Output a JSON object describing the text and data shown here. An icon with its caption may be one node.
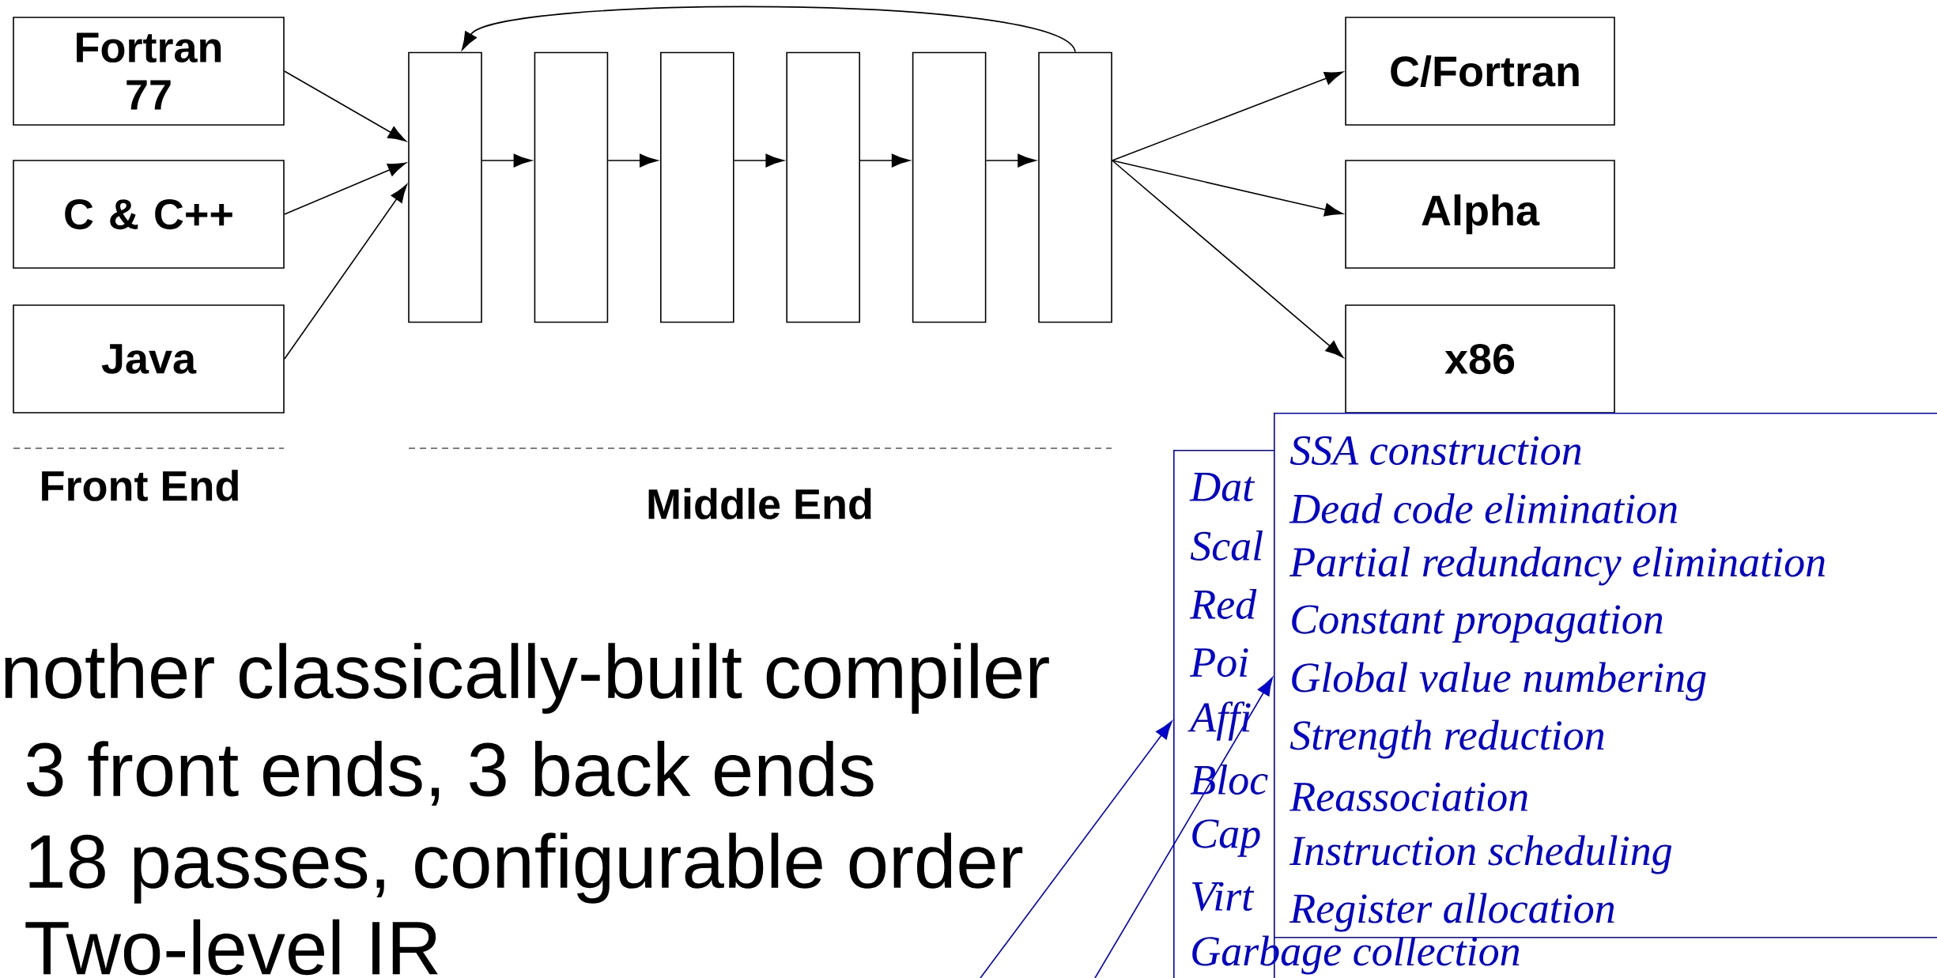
{
  "diagram": {
    "nodes": [
      {
        "text": [
          "Fortran 77"
        ]
      },
      {
        "text": [
          "C & C++"
        ]
      },
      {
        "text": [
          "Java"
        ]
      },
      {
        "text": [],
        "shape": "box"
      },
      {
        "text": [],
        "shape": "box"
      },
      {
        "text": [],
        "shape": "box"
      },
      {
        "text": [],
        "shape": "box"
      },
      {
        "text": [],
        "shape": "box"
      },
      {
        "text": [],
        "shape": "box"
      },
      {
        "text": [
          "C/Fortran"
        ]
      },
      {
        "text": [
          "Alpha"
        ]
      },
      {
        "text": [
          "x86"
        ]
      },
      {
        "text": [
          "Dat",
          "Scal",
          "Red",
          "Poi",
          "Affi",
          "Bloc",
          "Cap",
          "Virt",
          "Garbage collection"
        ]
      },
      {
        "text": [
          "SSA construction",
          "Dead code elimination",
          "Partial redundancy elimination",
          "Constant propagation",
          "Global value numbering",
          "Strength reduction",
          "Reassociation",
          "Instruction scheduling",
          "Register allocation"
        ]
      }
    ],
    "edges": [
      {
        "from": 0,
        "to": 3,
        "arrow": "to"
      },
      {
        "from": 1,
        "to": 3,
        "arrow": "to"
      },
      {
        "from": 2,
        "to": 3,
        "arrow": "to"
      },
      {
        "from": 3,
        "to": 4,
        "arrow": "to"
      },
      {
        "from": 4,
        "to": 5,
        "arrow": "to"
      },
      {
        "from": 5,
        "to": 6,
        "arrow": "to"
      },
      {
        "from": 6,
        "to": 7,
        "arrow": "to"
      },
      {
        "from": 7,
        "to": 8,
        "arrow": "to"
      },
      {
        "from": 8,
        "to": 3,
        "arrow": "to"
      },
      {
        "from": 8,
        "to": 9,
        "arrow": "to"
      },
      {
        "from": 8,
        "to": 10,
        "arrow": "to"
      },
      {
        "from": 8,
        "to": 11,
        "arrow": "to"
      },
      {
        "from": null,
        "to": 12,
        "arrow": "to",
        "color": "#0000cc"
      },
      {
        "from": null,
        "to": 13,
        "arrow": "to",
        "color": "#0000cc"
      }
    ],
    "labels": [
      "Front End",
      "Middle End",
      "nother classically-built compiler",
      "3 front ends, 3 back ends",
      "18 passes, configurable order",
      "Two-level IR"
    ]
  }
}
